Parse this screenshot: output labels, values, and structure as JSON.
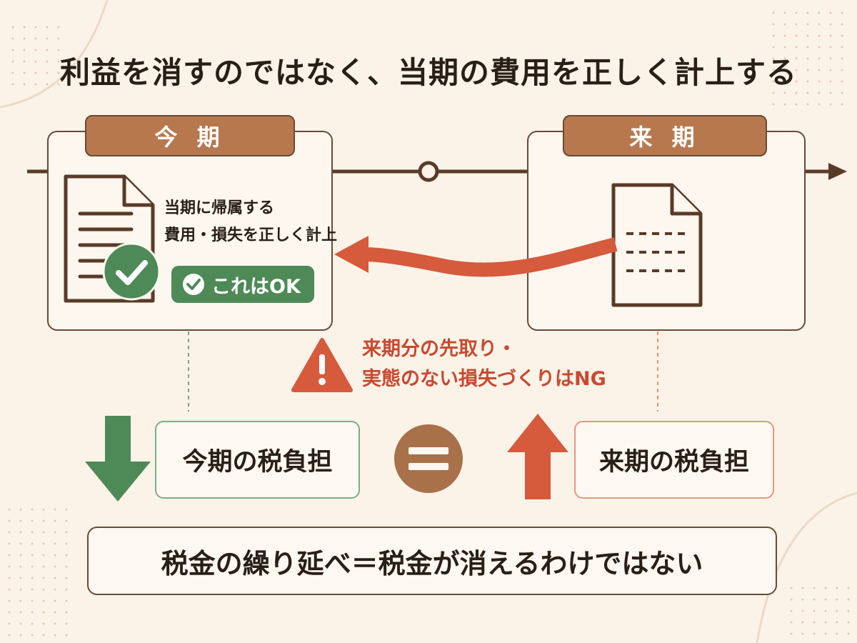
{
  "title": "利益を消すのではなく、当期の費用を正しく計上する",
  "current_period": {
    "tab_label": "今 期",
    "description_line1": "当期に帰属する",
    "description_line2": "費用・損失を正しく計上",
    "ok_label": "これはOK"
  },
  "next_period": {
    "tab_label": "来 期"
  },
  "warning": {
    "line1": "来期分の先取り・",
    "line2": "実態のない損失づくりはNG"
  },
  "tax": {
    "current": "今期の税負担",
    "next": "来期の税負担",
    "equals_icon": "equals-icon"
  },
  "conclusion": "税金の繰り延べ＝税金が消えるわけではない",
  "colors": {
    "background": "#fbf3e8",
    "brown": "#6a4a35",
    "tab_brown": "#b8784e",
    "green": "#4e8a57",
    "red": "#d65a3c"
  }
}
